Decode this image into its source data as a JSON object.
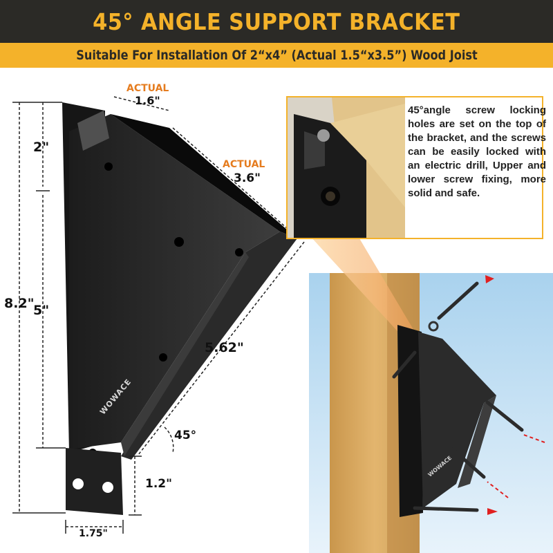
{
  "header": {
    "title": "45° ANGLE SUPPORT BRACKET"
  },
  "subheader": {
    "text": "Suitable For Installation Of 2“x4” (Actual 1.5“x3.5”) Wood Joist"
  },
  "dimensions": {
    "total_height": "8.2\"",
    "top_segment": "2\"",
    "middle_segment": "5\"",
    "top_width": "1.6\"",
    "top_width_note": "ACTUAL",
    "depth": "3.6\"",
    "depth_note": "ACTUAL",
    "diagonal": "5.62\"",
    "angle": "45°",
    "tab_height": "1.2\"",
    "tab_width": "1.75\""
  },
  "callout": {
    "text": "45°angle screw locking holes are set on the top of the bracket, and the screws can be easily locked with an electric drill, Upper and lower screw fixing, more solid and safe."
  },
  "brand": {
    "name": "WOWACE"
  },
  "colors": {
    "dark": "#2b2a26",
    "accent": "#f4b22a",
    "orange": "#e57c1f",
    "callout_border": "#f4b22a",
    "arrow": "#e02020"
  }
}
